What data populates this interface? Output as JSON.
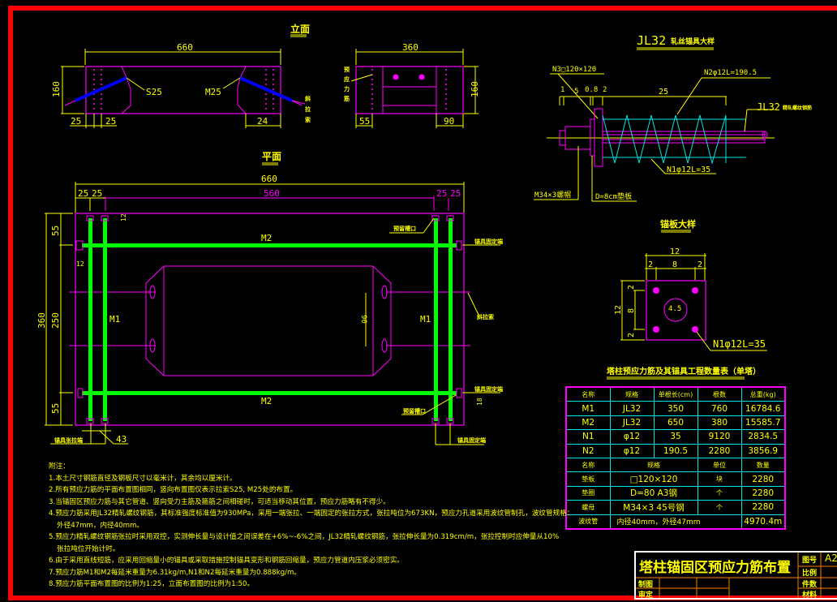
{
  "frame": {
    "border_color": "#ff0000",
    "background": "#000000"
  },
  "colors": {
    "dimension": "#ffff00",
    "outline": "#ff00ff",
    "bar": "#00ff00",
    "strand": "#0000ff",
    "spiral": "#00e5e5",
    "titleblock": "#ff8000"
  },
  "elevation": {
    "title": "立面",
    "left": {
      "width": "660",
      "height": "160",
      "dim_left_a": "25",
      "dim_left_b": "25",
      "dim_right": "24",
      "label_s": "S25",
      "label_m": "M25",
      "callout": "斜拉索"
    },
    "right": {
      "width": "360",
      "height": "160",
      "dim_left": "55",
      "dim_right": "90",
      "callout": "预应力筋"
    }
  },
  "plan": {
    "title": "平面",
    "overall_width": "660",
    "inner_width": "560",
    "dim_tl_a": "25",
    "dim_tl_b": "25",
    "dim_tr_a": "25",
    "dim_tr_b": "25",
    "overall_height": "360",
    "dim_h_top": "55",
    "dim_h_mid": "250",
    "dim_h_bot": "55",
    "dim_12_top": "12",
    "dim_12_left": "12",
    "dim_18": "18",
    "dim_43": "43",
    "dim_90": "90",
    "bar_m2_top": "M2",
    "bar_m2_bot": "M2",
    "bar_m1_left": "M1",
    "bar_m1_right": "M1",
    "callout_notch_top": "预留槽口",
    "callout_notch_bot": "预留槽口",
    "callout_fixed_end_top": "锚具固定端",
    "callout_fixed_end_right": "锚具固定端",
    "callout_fixed_end_bot": "锚具固定端",
    "callout_tension_end": "锚具张拉端",
    "callout_cable": "斜拉索"
  },
  "anchor_detail": {
    "title_prefix": "JL32",
    "title_suffix": "轧丝锚具大样",
    "n3": "N3□120×120",
    "n2": "N2φ12L=190.5",
    "n1": "N1φ12L=35",
    "bar_label_prefix": "JL32",
    "bar_label_suffix": "精轧螺纹钢筋",
    "nut": "M34×3螺帽",
    "washer": "D=8cm垫板",
    "dims": [
      "1",
      "5",
      "0.8",
      "2",
      "25"
    ]
  },
  "plate_detail": {
    "title": "锚板大样",
    "w": "12",
    "w_a": "2",
    "w_b": "8",
    "w_c": "2",
    "h": "12",
    "h_a": "2",
    "h_b": "8",
    "h_c": "2",
    "hole": "4.5",
    "callout": "N1φ12L=35"
  },
  "qty_table": {
    "title": "塔柱预应力筋及其锚具工程数量表（单塔）",
    "headers": [
      "名称",
      "规格",
      "单根长(cm)",
      "根数",
      "总重(kg)"
    ],
    "rows": [
      [
        "M1",
        "JL32",
        "350",
        "760",
        "16784.6"
      ],
      [
        "M2",
        "JL32",
        "650",
        "380",
        "15585.7"
      ],
      [
        "N1",
        "φ12",
        "35",
        "9120",
        "2834.5"
      ],
      [
        "N2",
        "φ12",
        "190.5",
        "2280",
        "3856.9"
      ]
    ],
    "headers2": [
      "名称",
      "规格",
      "单位",
      "数量"
    ],
    "rows2": [
      [
        "垫板",
        "□120×120",
        "块",
        "2280"
      ],
      [
        "垫圈",
        "D=80  A3钢",
        "个",
        "2280"
      ],
      [
        "螺母",
        "M34×3  45号钢",
        "个",
        "2280"
      ]
    ],
    "last_row": [
      "波纹管",
      "内径40mm，外径47mm",
      "4970.4m"
    ]
  },
  "notes": {
    "title": "附注：",
    "lines": [
      "1.本土尺寸钢筋直径及钢板尺寸以毫米计，其余均以厘米计。",
      "2.所有预应力筋的平面布置图相同，竖向布置图仅表示拉索S25, M25处的布置。",
      "3.当锚固区预应力筋与其它管道、竖向受力主筋及箍筋之间相碰时，可适当移动其位置，预应力筋略有不得少。",
      "4.预应力筋采用JL32精轧螺纹钢筋，其标准强度标准值为930MPa，采用一端张拉、一端固定的张拉方式，张拉吨位为673KN，预应力孔道采用波纹管制孔，波纹管规格：",
      "外径47mm，内径40mm。",
      "5.预应力精轧螺纹钢筋张拉时采用双控，实测伸长量与设计值之间误差在+6%~-6%之间，JL32精轧螺纹钢筋，张拉伸长量为0.319cm/m，张拉控制时应伸量从10%",
      "张拉吨位开始计时。",
      "6.由于采用直线短筋，应采用回缩量小的锚具或采取措施控制锚具变形和钢筋回缩量，预应力管道内压浆必须密实。",
      "7.预应力筋M1和M2每延米重量为6.31kg/m,N1和N2每延米重量为0.888kg/m。",
      "8.预应力筋平面布置图的比例为1:25，立面布置图的比例为1:50。"
    ]
  },
  "title_block": {
    "title": "塔柱锚固区预应力筋布置",
    "drawing_no_label": "图号",
    "drawing_no": "A2",
    "scale_label": "比例",
    "pieces_label": "件数",
    "material_label": "材料",
    "drawn_label": "制图",
    "checked_label": "审定"
  }
}
